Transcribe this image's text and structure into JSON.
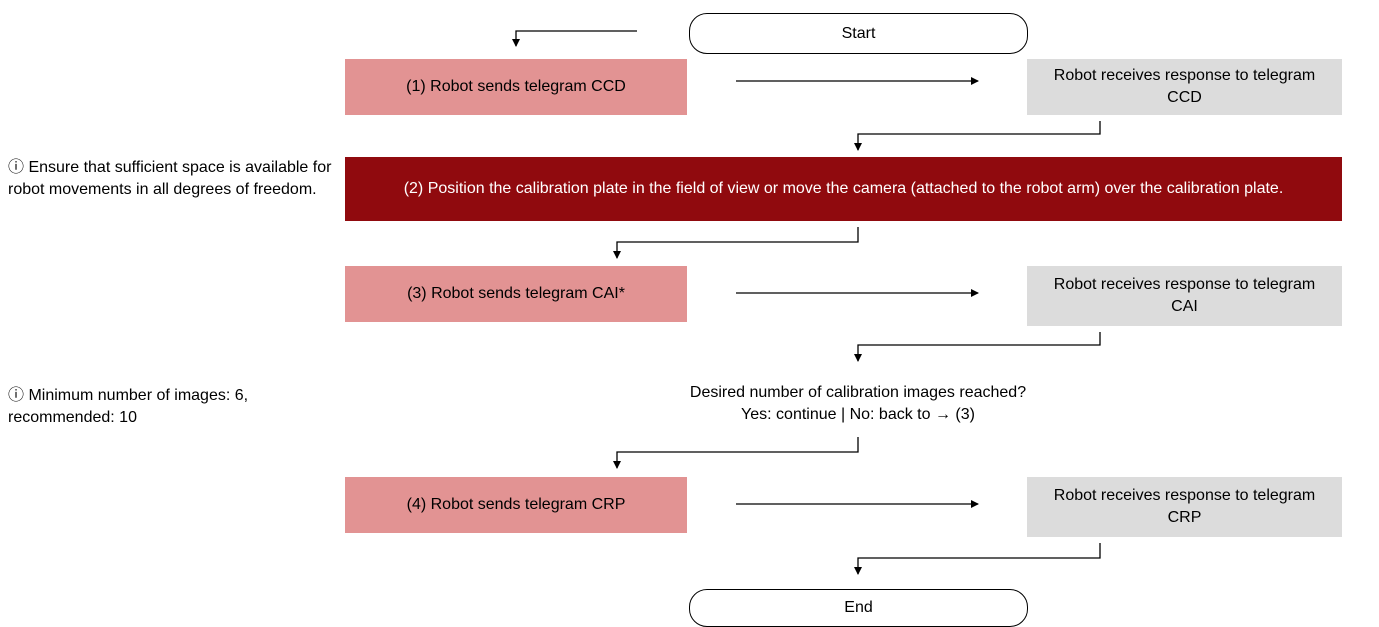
{
  "start_label": "Start",
  "end_label": "End",
  "steps": {
    "ccd_send": "(1) Robot sends telegram CCD",
    "ccd_recv": "Robot receives response to telegram CCD",
    "position": "(2) Position the calibration plate in the field of view or move the camera (attached to the robot arm) over the calibration plate.",
    "cai_send": "(3) Robot sends telegram CAI*",
    "cai_recv": "Robot receives response to telegram CAI",
    "decision_line1": "Desired number of calibration images reached?",
    "decision_line2": "Yes: continue | No: back to → (3)",
    "crp_send": "(4) Robot sends telegram CRP",
    "crp_recv": "Robot receives response to telegram CRP"
  },
  "notes": {
    "space": "ⓘ Ensure that sufficient space is available for robot movements in all degrees of freedom.",
    "images": "ⓘ Minimum number of images: 6, recommended: 10"
  },
  "colors": {
    "send_box": "#e29393",
    "receive_box": "#dcdcdc",
    "highlight_box": "#900a0e"
  }
}
